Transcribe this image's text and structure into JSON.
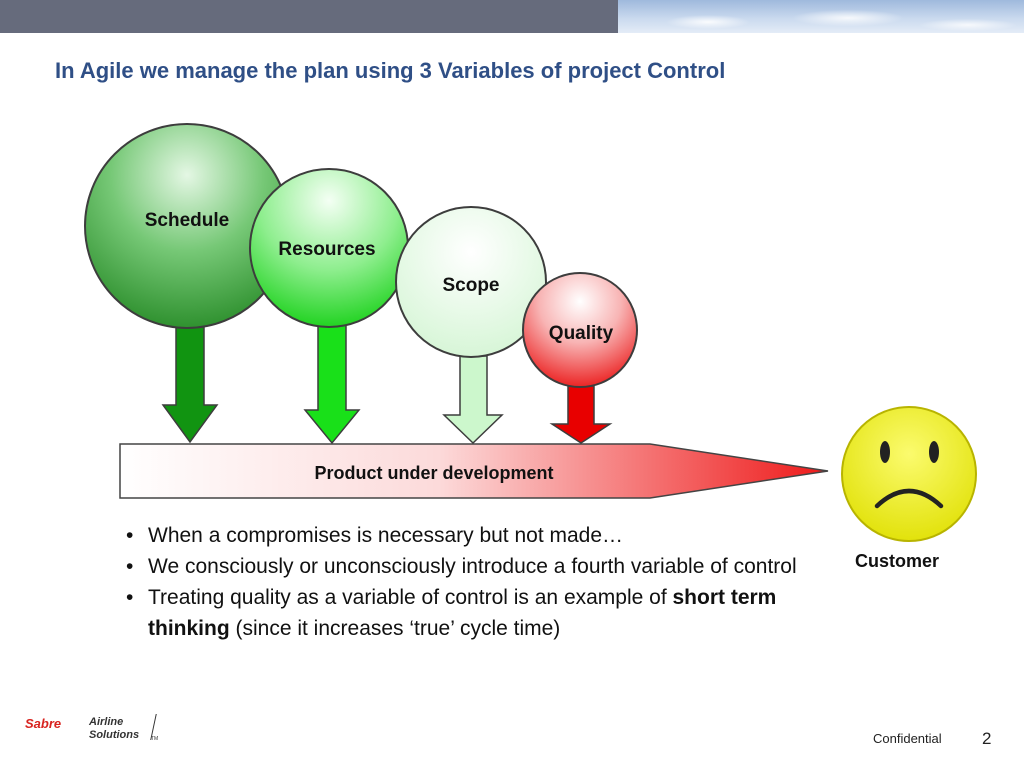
{
  "title": "In Agile we manage the plan using 3 Variables of project Control",
  "diagram": {
    "variables": [
      "Schedule",
      "Resources",
      "Scope",
      "Quality"
    ],
    "product_label": "Product under development",
    "customer_label": "Customer"
  },
  "bullets": [
    {
      "text": "When a compromises is necessary but not made…"
    },
    {
      "text": "We consciously or unconsciously introduce a fourth variable of control"
    },
    {
      "text_before": "Treating quality as a variable of control is an example of ",
      "bold": "short term thinking",
      "text_after": " (since it increases ‘true’ cycle time)"
    }
  ],
  "footer": {
    "logo_brand": "Sabre",
    "logo_line1": "Airline",
    "logo_line2": "Solutions",
    "logo_tm": "TM",
    "confidential": "Confidential",
    "page_number": "2"
  },
  "colors": {
    "title": "#2f4f86",
    "schedule_green": "#119411",
    "resources_green": "#19e019",
    "scope_green": "#ccf7cc",
    "quality_red": "#e80000",
    "smiley_yellow": "#ecec0c"
  }
}
